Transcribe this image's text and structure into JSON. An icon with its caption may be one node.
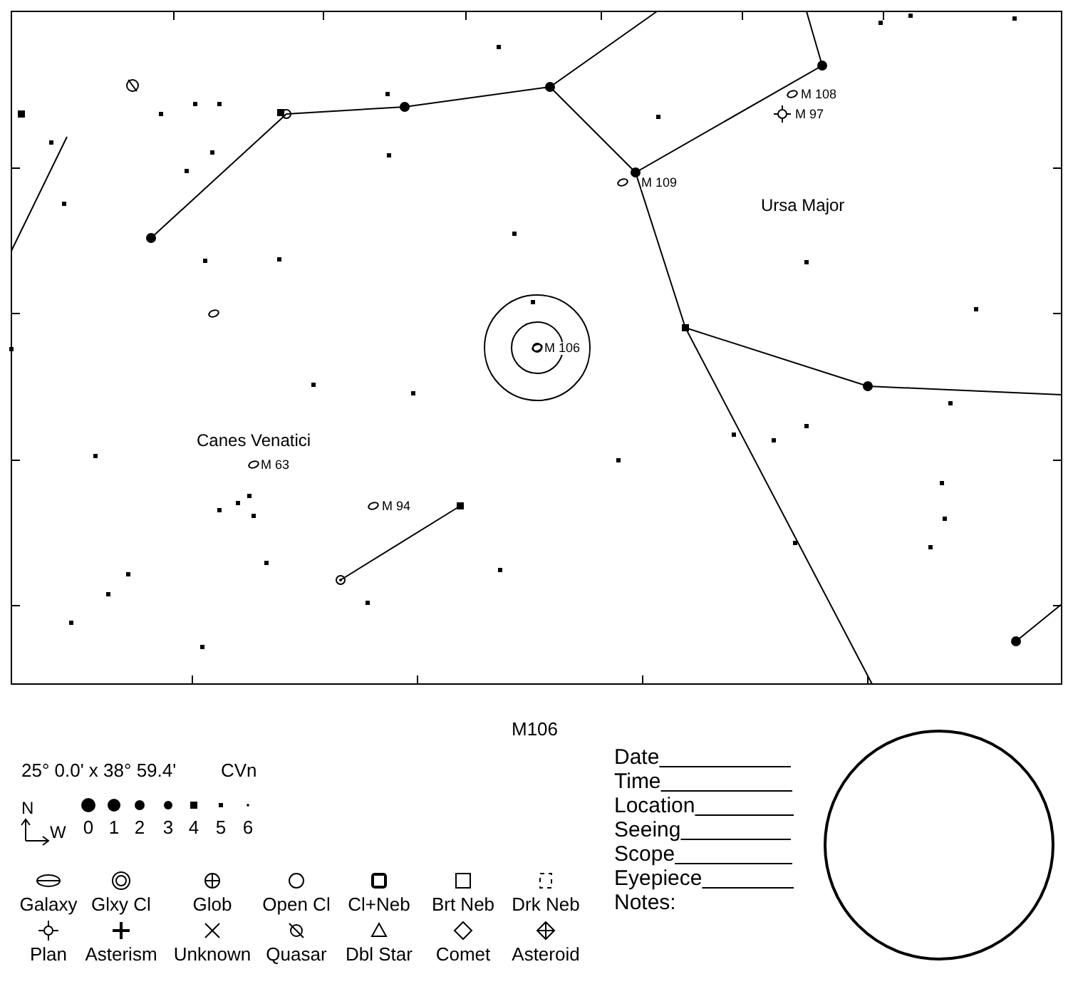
{
  "diagram": {
    "title": "M106",
    "nodes": [
      {
        "text": [],
        "shape": "circle"
      }
    ],
    "labels": [
      "M 108",
      "M 97",
      "M 109",
      "Ursa Major",
      "M 106",
      "Canes Venatici",
      "M 63",
      "M 94",
      "25° 0.0' x 38° 59.4'",
      "CVn",
      "N",
      "W",
      "Date",
      "Time",
      "Location",
      "Seeing",
      "Scope",
      "Eyepiece",
      "Notes:"
    ],
    "legend": [
      {
        "text": "0"
      },
      {
        "text": "1"
      },
      {
        "text": "2"
      },
      {
        "text": "3"
      },
      {
        "text": "4"
      },
      {
        "text": "5"
      },
      {
        "text": "6"
      },
      {
        "text": "Galaxy"
      },
      {
        "text": "Glxy Cl"
      },
      {
        "text": "Glob"
      },
      {
        "text": "Open Cl"
      },
      {
        "text": "Cl+Neb"
      },
      {
        "text": "Brt Neb"
      },
      {
        "text": "Drk Neb"
      },
      {
        "text": "Plan"
      },
      {
        "text": "Asterism"
      },
      {
        "text": "Unknown"
      },
      {
        "text": "Quasar"
      },
      {
        "text": "Dbl Star"
      },
      {
        "text": "Comet"
      },
      {
        "text": "Asteroid"
      }
    ]
  }
}
